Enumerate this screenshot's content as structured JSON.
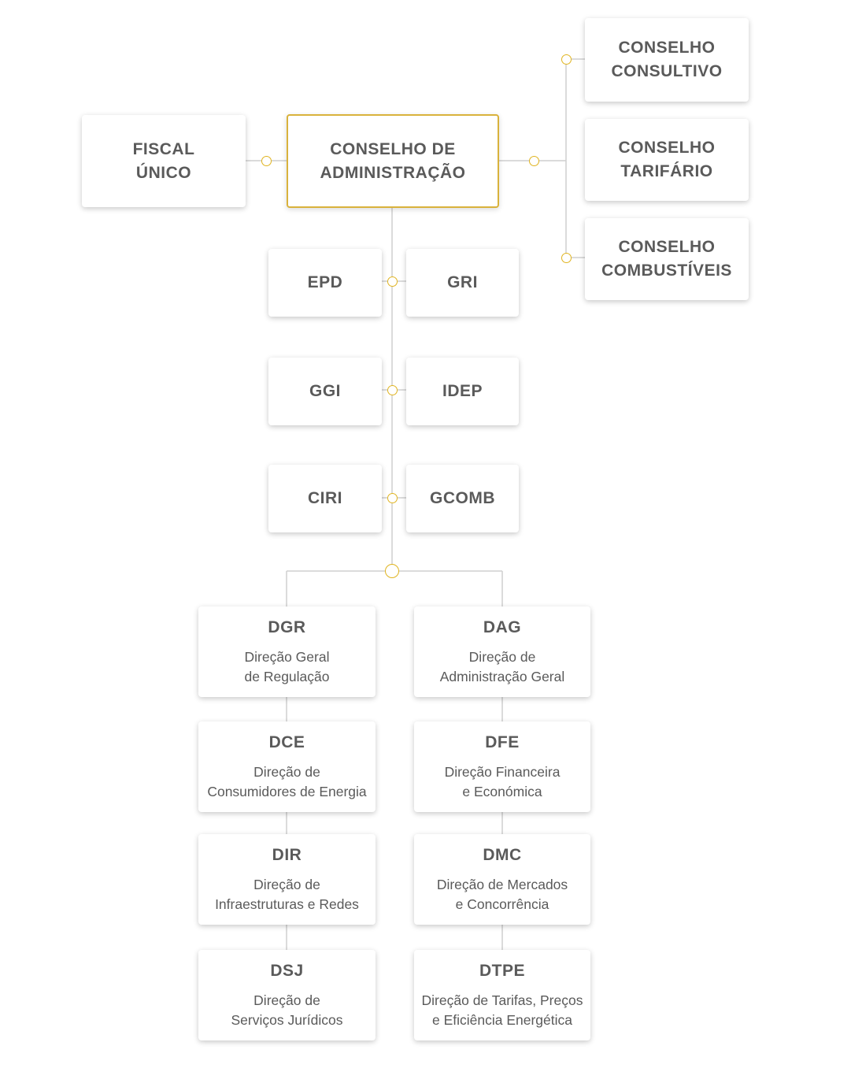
{
  "colors": {
    "accent": "#e0b420",
    "line": "#cccccc",
    "text": "#595959"
  },
  "board": {
    "label": "CONSELHO DE\nADMINISTRAÇÃO"
  },
  "fiscal": {
    "label": "FISCAL\nÚNICO"
  },
  "councils": [
    {
      "label": "CONSELHO\nCONSULTIVO"
    },
    {
      "label": "CONSELHO\nTARIFÁRIO"
    },
    {
      "label": "CONSELHO\nCOMBUSTÍVEIS"
    }
  ],
  "offices": [
    {
      "left": "EPD",
      "right": "GRI"
    },
    {
      "left": "GGI",
      "right": "IDEP"
    },
    {
      "left": "CIRI",
      "right": "GCOMB"
    }
  ],
  "directorates_left": [
    {
      "code": "DGR",
      "name": "Direção Geral\nde Regulação"
    },
    {
      "code": "DCE",
      "name": "Direção de\nConsumidores de Energia"
    },
    {
      "code": "DIR",
      "name": "Direção de\nInfraestruturas e Redes"
    },
    {
      "code": "DSJ",
      "name": "Direção de\nServiços Jurídicos"
    }
  ],
  "directorates_right": [
    {
      "code": "DAG",
      "name": "Direção de\nAdministração Geral"
    },
    {
      "code": "DFE",
      "name": "Direção Financeira\ne Económica"
    },
    {
      "code": "DMC",
      "name": "Direção de Mercados\ne Concorrência"
    },
    {
      "code": "DTPE",
      "name": "Direção de Tarifas, Preços\ne Eficiência Energética"
    }
  ]
}
